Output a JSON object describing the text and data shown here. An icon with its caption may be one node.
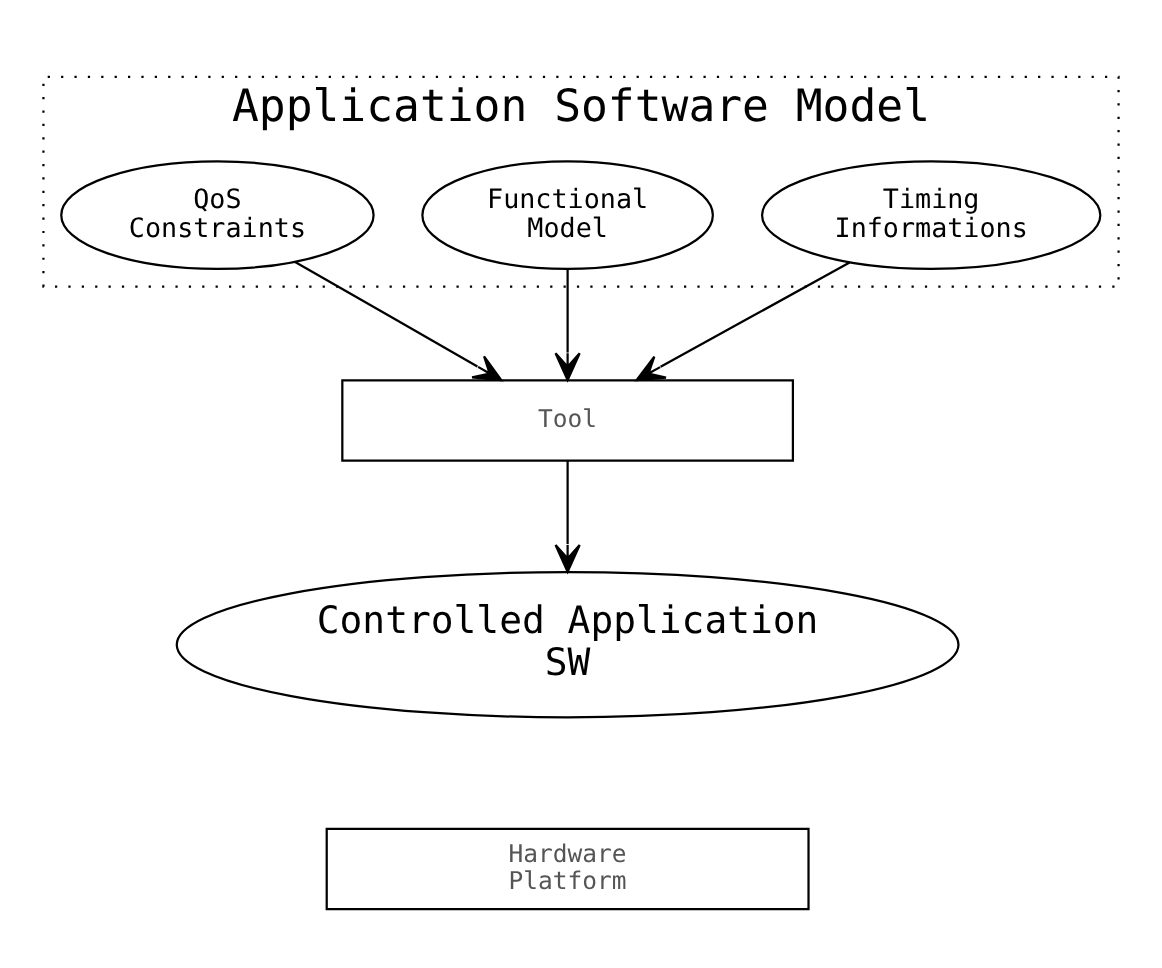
{
  "diagram": {
    "nodes": [
      {
        "text": [
          "Application Software Model"
        ]
      },
      {
        "text": [
          "Timing Informations"
        ],
        "in": 0
      },
      {
        "text": [
          "Functional Model"
        ],
        "in": 0
      },
      {
        "text": [
          "QoS Constraints"
        ],
        "in": 0
      },
      {
        "text": [
          "Tool"
        ]
      },
      {
        "text": [
          "Controlled Application SW"
        ]
      },
      {
        "text": [
          "Hardware Platform"
        ]
      }
    ],
    "edges": [
      {
        "from": 1,
        "to": 4,
        "arrow": "to"
      },
      {
        "from": 2,
        "to": 4,
        "arrow": "to"
      },
      {
        "from": 3,
        "to": 4,
        "arrow": "to"
      },
      {
        "from": 4,
        "to": 5,
        "arrow": "to"
      }
    ]
  }
}
